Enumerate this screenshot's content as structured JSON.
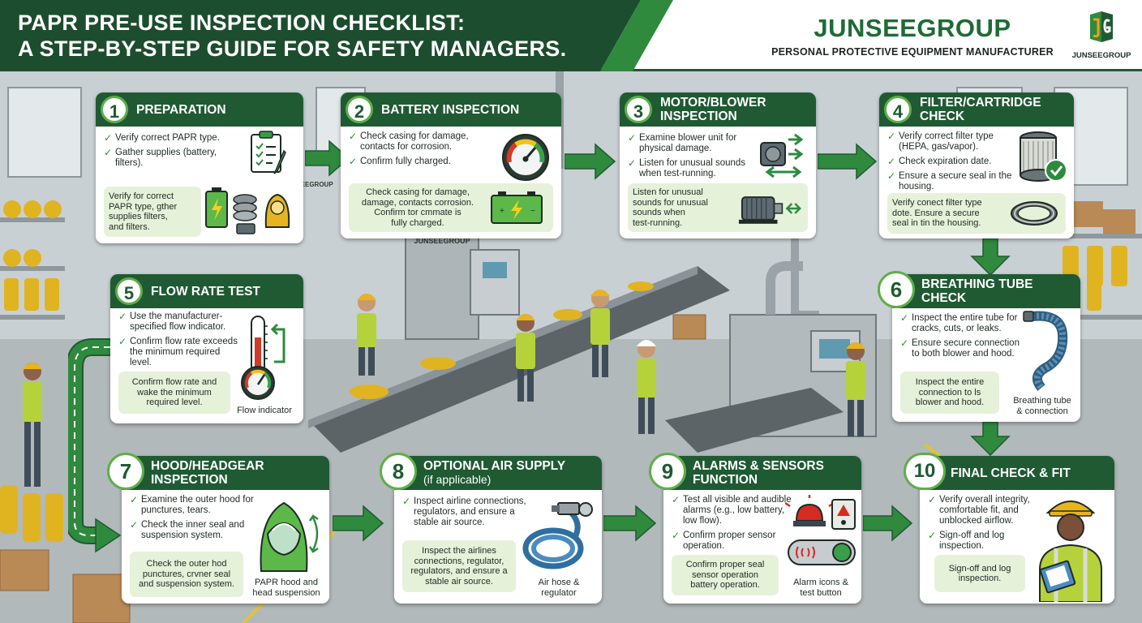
{
  "header": {
    "title_line1": "PAPR PRE-USE INSPECTION CHECKLIST:",
    "title_line2": "A STEP-BY-STEP GUIDE FOR SAFETY MANAGERS.",
    "brand_name": "JUNSEEGROUP",
    "brand_tagline": "PERSONAL PROTECTIVE EQUIPMENT MANUFACTURER",
    "logo_text": "JUNSEEGROUP"
  },
  "colors": {
    "dark_green": "#1f5a33",
    "accent_green": "#2f8a3e",
    "light_green": "#e6f1da",
    "check_green": "#2e8b3e"
  },
  "scene": {
    "machine_label_1": "JUNSEEGROUP",
    "machine_label_2": "JUNSEEGROUP"
  },
  "steps": [
    {
      "number": "1",
      "title": "PREPARATION",
      "title2": "",
      "checks": [
        "Verify correct PAPR type.",
        "Gather supplies (battery, filters)."
      ],
      "note": [
        "Verify for correct",
        "PAPR type, gther",
        "supplies filters,",
        "and filters."
      ],
      "caption": [],
      "icons": [
        "clipboard-icon",
        "battery-icon",
        "filter-stack-icon",
        "hood-icon"
      ]
    },
    {
      "number": "2",
      "title": "BATTERY INSPECTION",
      "title2": "",
      "checks": [
        "Check casing for damage, contacts for corrosion.",
        "Confirm fully charged."
      ],
      "note": [
        "Check casing for damage,",
        "damage, contacts corrosion.",
        "Confirm tor cmmate is",
        "fully charged."
      ],
      "caption": [],
      "icons": [
        "gauge-icon",
        "battery-icon"
      ]
    },
    {
      "number": "3",
      "title": "MOTOR/BLOWER",
      "title2": "INSPECTION",
      "checks": [
        "Examine blower unit for physical damage.",
        "Listen for unusual sounds when test-running."
      ],
      "note": [
        "Listen for unusual",
        "sounds for unusual",
        "sounds when",
        "test-running."
      ],
      "caption": [],
      "icons": [
        "blower-icon",
        "motor-icon"
      ]
    },
    {
      "number": "4",
      "title": "FILTER/CARTRIDGE",
      "title2": "CHECK",
      "checks": [
        "Verify correct filter type (HEPA, gas/vapor).",
        "Check expiration date.",
        "Ensure a secure seal in the housing."
      ],
      "note": [
        "Verify conect filter type",
        "dote. Ensure a secure",
        "seal in tin the housing."
      ],
      "caption": [],
      "icons": [
        "filter-cartridge-icon",
        "seal-ring-icon"
      ]
    },
    {
      "number": "5",
      "title": "FLOW RATE TEST",
      "title2": "",
      "checks": [
        "Use the manufacturer-specified flow indicator.",
        "Confirm flow rate exceeds the minimum required level."
      ],
      "note": [
        "Confirm flow rate and",
        "wake the minimum",
        "required level."
      ],
      "caption": [
        "Flow indicator"
      ],
      "icons": [
        "flow-indicator-icon"
      ]
    },
    {
      "number": "6",
      "title": "BREATHING TUBE CHECK",
      "title2": "",
      "checks": [
        "Inspect the entire tube for cracks, cuts, or leaks.",
        "Ensure secure connection to both blower and hood."
      ],
      "note": [
        "Inspect the entire",
        "connection to ls",
        "blower and hood."
      ],
      "caption": [
        "Breathing tube",
        "& connection"
      ],
      "icons": [
        "breathing-tube-icon"
      ]
    },
    {
      "number": "7",
      "title": "HOOD/HEADGEAR",
      "title2": "INSPECTION",
      "checks": [
        "Examine the outer hood for punctures, tears.",
        "Check the inner seal and suspension system."
      ],
      "note": [
        "Check the outer hod",
        "punctures, crvner seal",
        "and suspension system."
      ],
      "caption": [
        "PAPR hood and",
        "head suspension"
      ],
      "icons": [
        "papr-hood-icon"
      ]
    },
    {
      "number": "8",
      "title": "OPTIONAL AIR SUPPLY",
      "title2": "(if applicable)",
      "checks": [
        "Inspect airline connections, regulators, and ensure a stable air source."
      ],
      "note": [
        "Inspect the airlines",
        "connections, regulator,",
        "regulators, and ensure a",
        "stable air source."
      ],
      "caption": [
        "Air hose &",
        "regulator"
      ],
      "icons": [
        "air-hose-icon"
      ]
    },
    {
      "number": "9",
      "title": "ALARMS & SENSORS",
      "title2": "FUNCTION",
      "checks": [
        "Test all visible and audible alarms (e.g., low battery, low flow).",
        "Confirm proper sensor operation."
      ],
      "note": [
        "Confirm proper seal",
        "sensor operation",
        "battery operation."
      ],
      "caption": [
        "Alarm icons &",
        "test button"
      ],
      "icons": [
        "alarm-light-icon",
        "warning-icon",
        "test-button-icon"
      ]
    },
    {
      "number": "10",
      "title": "FINAL CHECK & FIT",
      "title2": "",
      "checks": [
        "Verify overall integrity, comfortable fit, and unblocked airflow.",
        "Sign-off and log inspection."
      ],
      "note": [
        "Sign-off and log",
        "inspection."
      ],
      "caption": [],
      "icons": [
        "worker-clipboard-icon"
      ]
    }
  ]
}
